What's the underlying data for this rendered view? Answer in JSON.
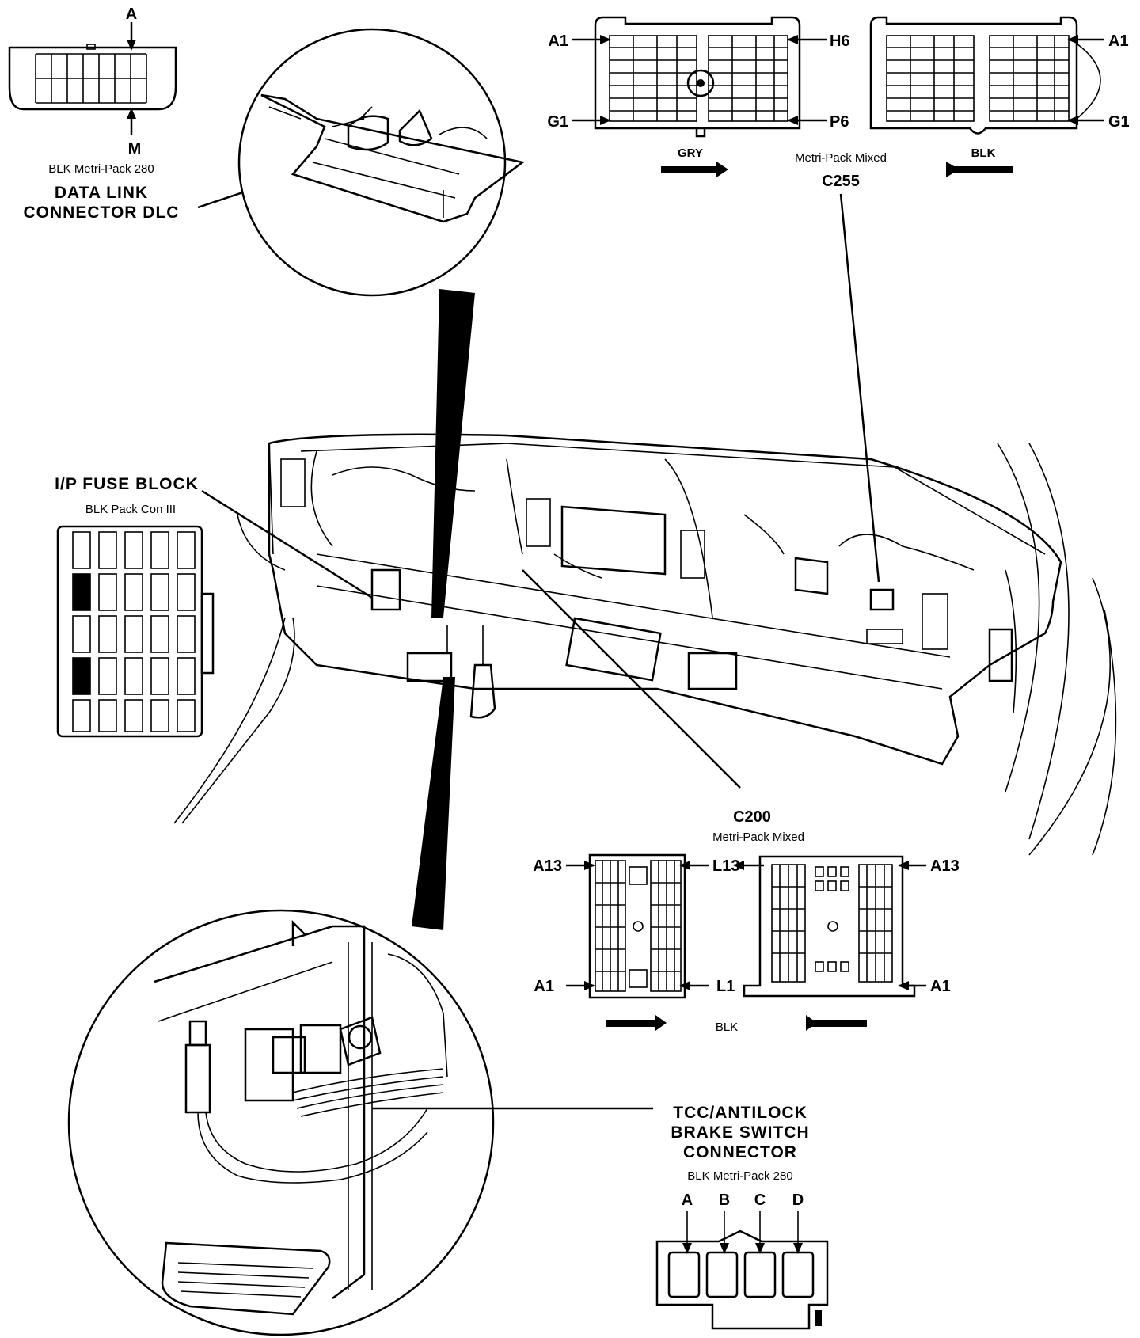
{
  "dlc": {
    "pin_top": "A",
    "pin_bottom": "M",
    "type": "BLK Metri-Pack 280",
    "title_line1": "DATA LINK",
    "title_line2": "CONNECTOR DLC"
  },
  "c255": {
    "left": {
      "top_left": "A1",
      "bottom_left": "G1",
      "top_right": "H6",
      "bottom_right": "P6",
      "color": "GRY"
    },
    "right": {
      "top_right": "A1",
      "bottom_right": "G1",
      "color": "BLK"
    },
    "type": "Metri-Pack Mixed",
    "name": "C255"
  },
  "fuse_block": {
    "title": "I/P FUSE BLOCK",
    "type": "BLK Pack Con III"
  },
  "c200": {
    "name": "C200",
    "type": "Metri-Pack Mixed",
    "left": {
      "top_left": "A13",
      "bottom_left": "A1",
      "top_right": "L13",
      "bottom_right": "L1"
    },
    "right": {
      "top_right": "A13",
      "bottom_right": "A1"
    },
    "color": "BLK"
  },
  "tcc": {
    "title_line1": "TCC/ANTILOCK",
    "title_line2": "BRAKE SWITCH",
    "title_line3": "CONNECTOR",
    "type": "BLK Metri-Pack 280",
    "pins": [
      "A",
      "B",
      "C",
      "D"
    ]
  },
  "colors": {
    "ink": "#000000",
    "paper": "#ffffff"
  }
}
